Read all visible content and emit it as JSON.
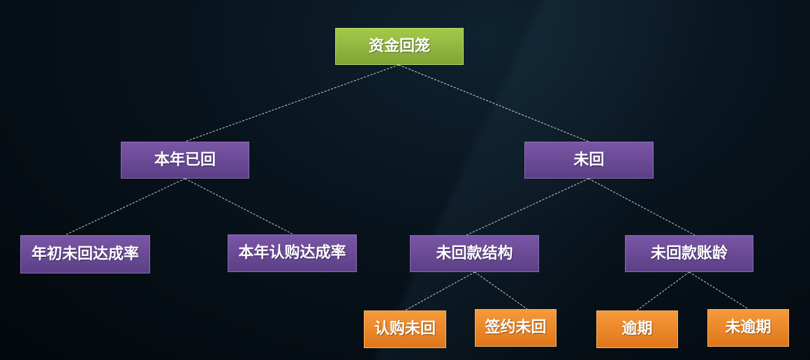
{
  "root": {
    "label": "资金回笼"
  },
  "level1": [
    {
      "label": "本年已回"
    },
    {
      "label": "未回"
    }
  ],
  "level2": [
    {
      "label": "年初未回达成率"
    },
    {
      "label": "本年认购达成率"
    },
    {
      "label": "未回款结构"
    },
    {
      "label": "未回款账龄"
    }
  ],
  "level3": [
    {
      "label": "认购未回"
    },
    {
      "label": "签约未回"
    },
    {
      "label": "逾期"
    },
    {
      "label": "未逾期"
    }
  ],
  "colors": {
    "root": "#8db33a",
    "level1": "#6b4a96",
    "level2": "#6b4a96",
    "level3": "#ee8a2a",
    "edge": "#c8d0d8"
  }
}
